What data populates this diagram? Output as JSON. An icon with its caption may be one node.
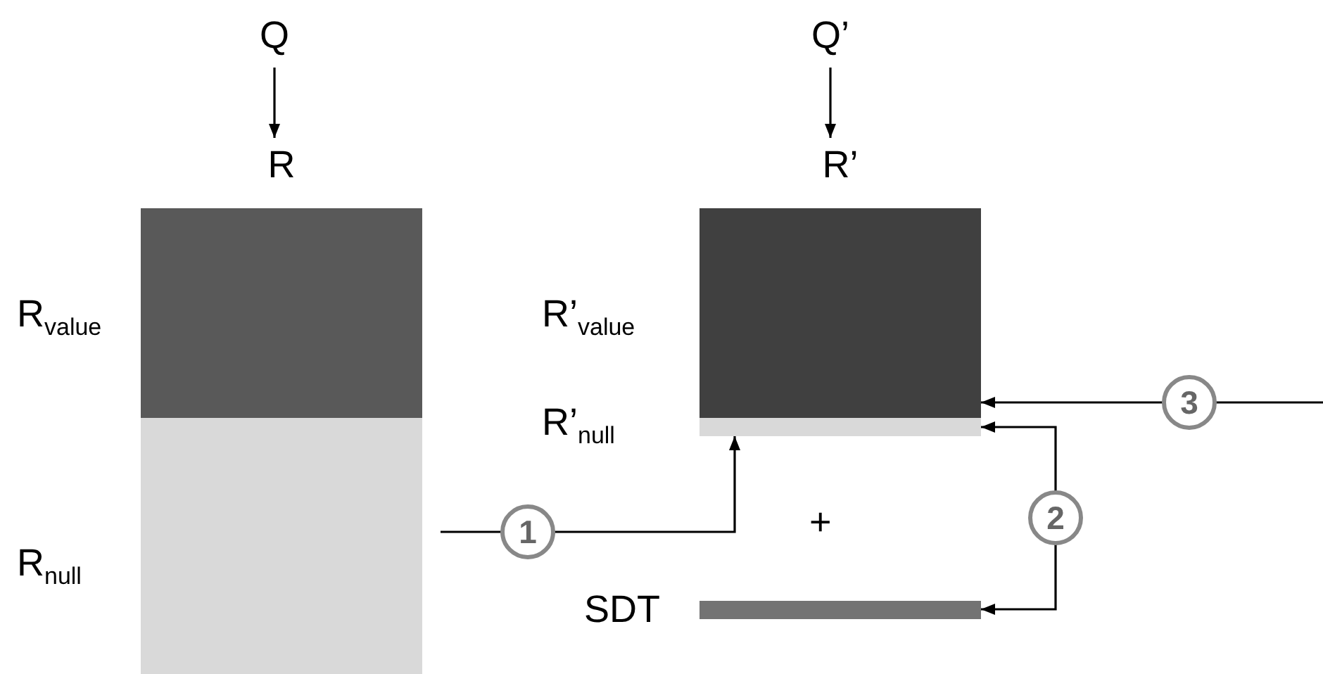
{
  "diagram": {
    "nodes": [
      {
        "text": [
          "Q"
        ]
      },
      {
        "text": [
          "R"
        ]
      },
      {
        "text": [
          "R$_{value}$"
        ],
        "in": 1
      },
      {
        "text": [
          "R$_{null}$"
        ],
        "in": 1
      },
      {
        "text": [
          "Q’"
        ]
      },
      {
        "text": [
          "R’"
        ]
      },
      {
        "text": [
          "R’$_{value}$"
        ],
        "in": 5
      },
      {
        "text": [
          "R’$_{null}$"
        ],
        "in": 5
      },
      {
        "text": [
          "SDT"
        ]
      }
    ],
    "edges": [
      {
        "from": 0,
        "to": 1,
        "arrow": "to"
      },
      {
        "from": 3,
        "to": 7,
        "arrow": "to",
        "label": "1"
      },
      {
        "from": 8,
        "to": 7,
        "arrow": "both",
        "label": "2"
      },
      {
        "from": null,
        "to": 5,
        "arrow": "to",
        "label": "3"
      },
      {
        "from": 4,
        "to": 5,
        "arrow": "to"
      }
    ],
    "labels": [
      "+"
    ]
  }
}
